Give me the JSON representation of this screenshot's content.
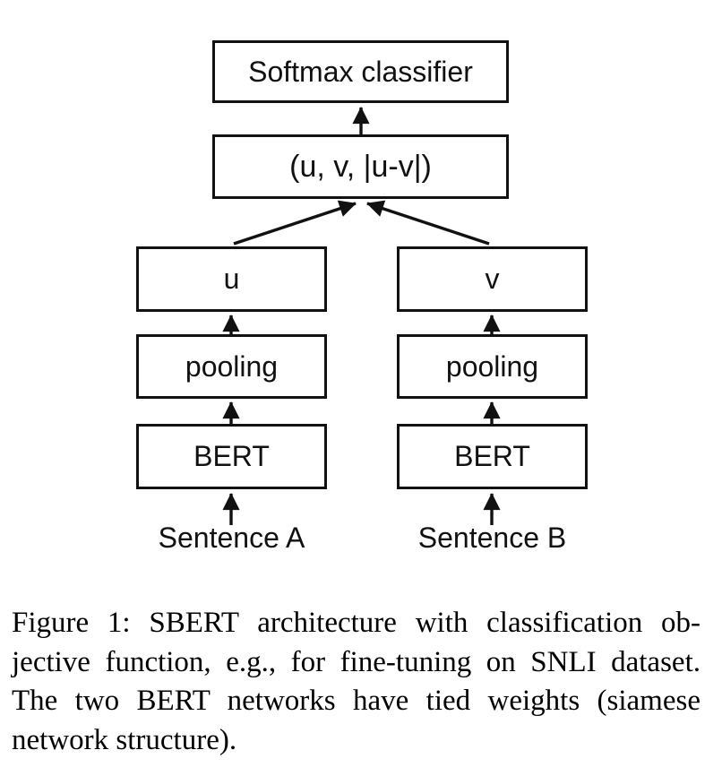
{
  "figure": {
    "type": "architecture-diagram",
    "nodes": {
      "softmax": "Softmax classifier",
      "concat": "(u, v, |u-v|)",
      "u": "u",
      "v": "v",
      "pooling_left": "pooling",
      "pooling_right": "pooling",
      "bert_left": "BERT",
      "bert_right": "BERT",
      "sentence_a": "Sentence A",
      "sentence_b": "Sentence B"
    },
    "edges": [
      "sentence_a -> bert_left",
      "sentence_b -> bert_right",
      "bert_left -> pooling_left",
      "bert_right -> pooling_right",
      "pooling_left -> u",
      "pooling_right -> v",
      "u -> concat",
      "v -> concat",
      "concat -> softmax"
    ],
    "colors": {
      "background": "#ffffff",
      "line": "#111111",
      "caption_text": "#000000"
    }
  },
  "caption": {
    "label": "Figure 1:",
    "lines": [
      "Figure 1:  SBERT architecture with classification ob-",
      "jective function, e.g., for fine-tuning on SNLI dataset.",
      "The two BERT networks have tied weights (siamese",
      "network structure)."
    ],
    "full_text": "Figure 1: SBERT architecture with classification objective function, e.g., for fine-tuning on SNLI dataset. The two BERT networks have tied weights (siamese network structure)."
  }
}
